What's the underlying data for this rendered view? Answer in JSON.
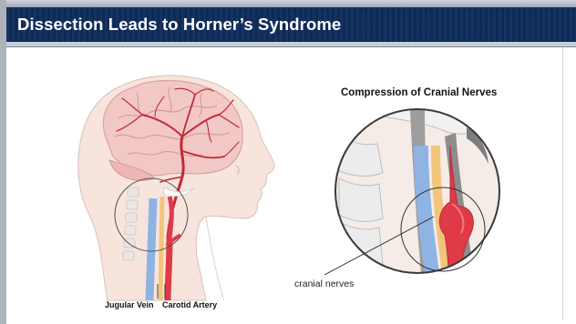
{
  "slide": {
    "title": "Dissection Leads to Horner’s Syndrome"
  },
  "left_figure": {
    "labels": {
      "jugular_vein": "Jugular Vein",
      "carotid_artery": "Carotid Artery"
    }
  },
  "right_figure": {
    "title": "Compression of Cranial Nerves",
    "callout": "cranial nerves"
  },
  "colors": {
    "title_bar": "#0f2c5b",
    "artery": "#e03a47",
    "vein": "#8fb4e3",
    "nerve": "#f2c47c",
    "skin": "#f6e3dc",
    "brain": "#f0c7c6"
  }
}
